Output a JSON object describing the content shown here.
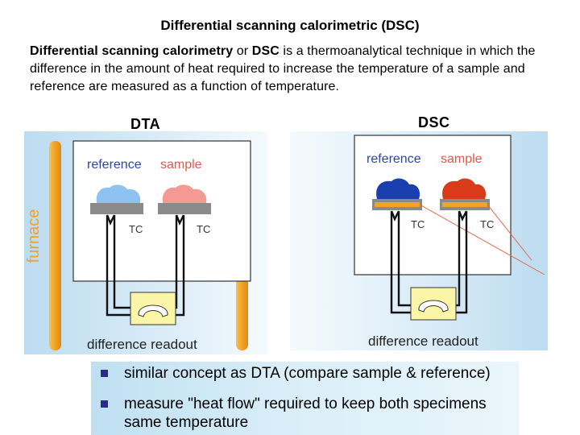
{
  "slide": {
    "title": "Differential scanning calorimetric (DSC)",
    "intro": {
      "term": "Differential scanning calorimetry",
      "or": " or ",
      "abbr": "DSC",
      "rest": " is a thermoanalytical technique in which the difference in the amount of heat required to increase the temperature of a sample and reference are measured as a function of temperature."
    },
    "dta_label": "DTA",
    "dsc_label": "DSC"
  },
  "dta_diagram": {
    "furnace": "furnace",
    "reference": "reference",
    "sample": "sample",
    "tc_left": "TC",
    "tc_right": "TC",
    "readout": "difference readout",
    "colors": {
      "reference": "#8ec2f2",
      "sample": "#f49a92",
      "furnace": "#f2a224",
      "label": "#2c46a6",
      "sample_label": "#e05a4a"
    }
  },
  "dsc_diagram": {
    "reference": "reference",
    "sample": "sample",
    "tc_left": "TC",
    "tc_right": "TC",
    "readout": "difference readout",
    "colors": {
      "reference": "#1a3fb0",
      "sample": "#d83a1a",
      "heater": "#f2a224",
      "label": "#2c46a6",
      "sample_label": "#e05a4a"
    }
  },
  "bullets": [
    {
      "text": "similar concept as DTA (compare sample & reference)"
    },
    {
      "text": "measure \"heat flow\" required to keep both specimens same temperature"
    }
  ]
}
